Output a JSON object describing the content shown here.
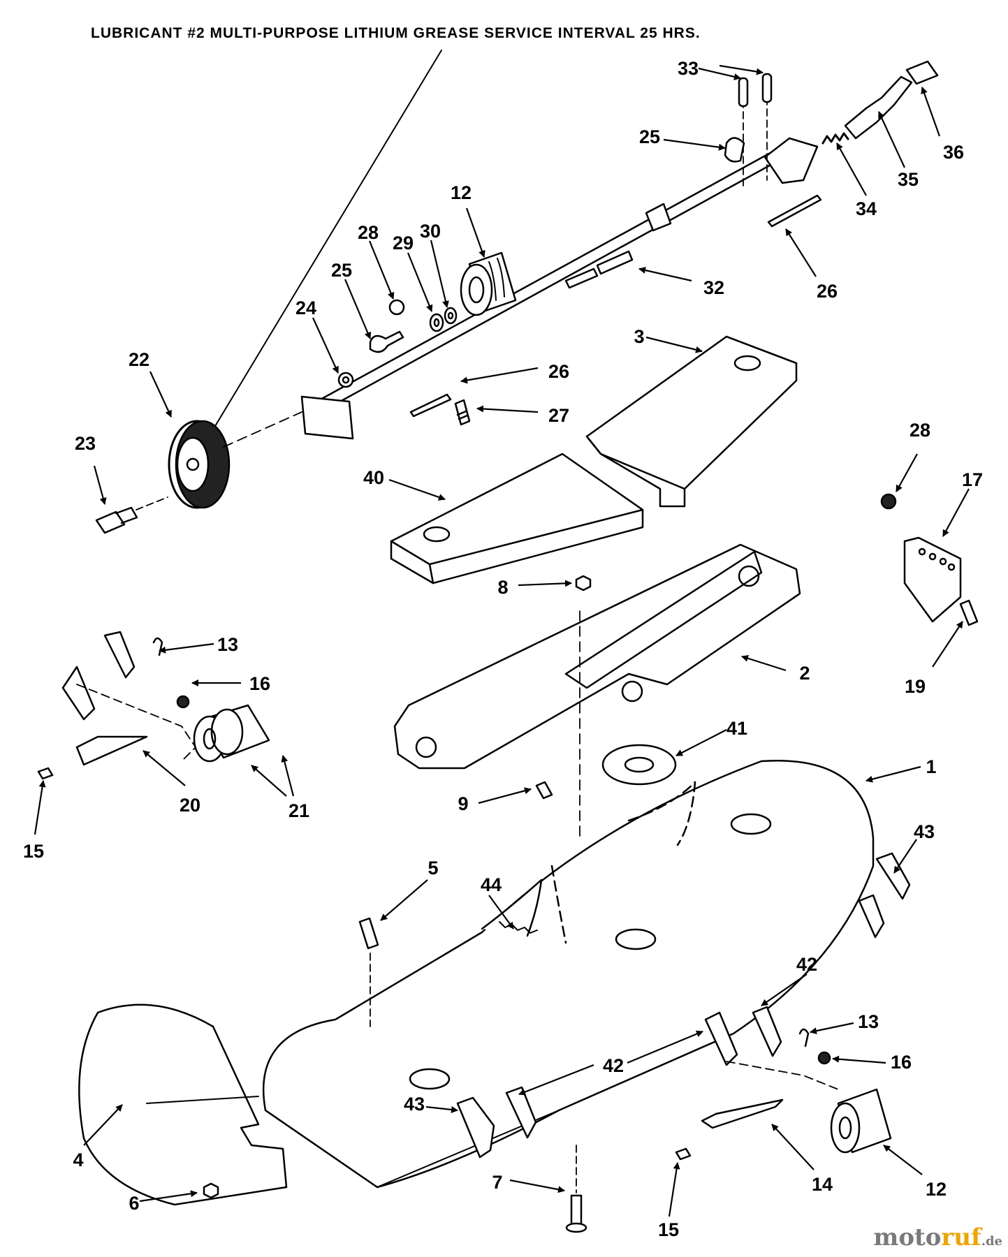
{
  "title": "LUBRICANT #2 MULTI-PURPOSE LITHIUM GREASE SERVICE INTERVAL 25 HRS.",
  "parts": {
    "p1": "1",
    "p2": "2",
    "p3": "3",
    "p4": "4",
    "p5": "5",
    "p6": "6",
    "p7": "7",
    "p8": "8",
    "p9": "9",
    "p12a": "12",
    "p12b": "12",
    "p13a": "13",
    "p13b": "13",
    "p14": "14",
    "p15a": "15",
    "p15b": "15",
    "p16a": "16",
    "p16b": "16",
    "p17": "17",
    "p19": "19",
    "p20": "20",
    "p21": "21",
    "p22": "22",
    "p23": "23",
    "p24": "24",
    "p25a": "25",
    "p25b": "25",
    "p26a": "26",
    "p26b": "26",
    "p27": "27",
    "p28a": "28",
    "p28b": "28",
    "p29": "29",
    "p30": "30",
    "p32": "32",
    "p33": "33",
    "p34": "34",
    "p35": "35",
    "p36": "36",
    "p40": "40",
    "p41": "41",
    "p42a": "42",
    "p42b": "42",
    "p43a": "43",
    "p43b": "43",
    "p44": "44"
  },
  "watermark": {
    "brand_a": "moto",
    "brand_b": "ruf",
    "suffix": ".de"
  }
}
